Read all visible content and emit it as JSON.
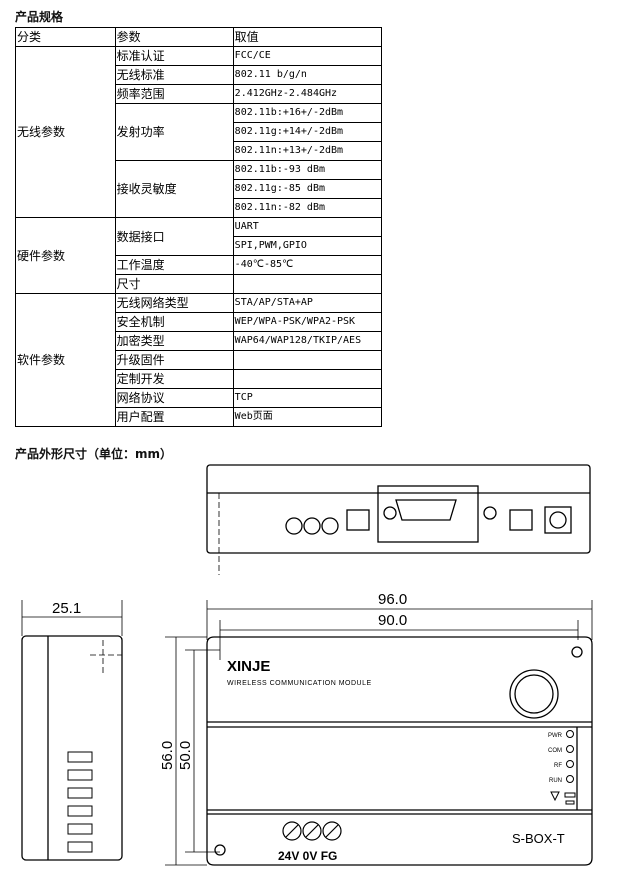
{
  "spec_title": "产品规格",
  "table": {
    "headers": [
      "分类",
      "参数",
      "取值"
    ],
    "groups": {
      "wireless": "无线参数",
      "hardware": "硬件参数",
      "software": "软件参数"
    },
    "rows": [
      {
        "param": "标准认证",
        "value": "FCC/CE"
      },
      {
        "param": "无线标准",
        "value": "802.11 b/g/n"
      },
      {
        "param": "频率范围",
        "value": "2.412GHz-2.484GHz"
      },
      {
        "param": "发射功率",
        "values": [
          "802.11b:+16+/-2dBm",
          "802.11g:+14+/-2dBm",
          "802.11n:+13+/-2dBm"
        ]
      },
      {
        "param": "接收灵敏度",
        "values": [
          "802.11b:-93 dBm",
          "802.11g:-85 dBm",
          "802.11n:-82 dBm"
        ]
      },
      {
        "param": "数据接口",
        "values": [
          "UART",
          "SPI,PWM,GPIO"
        ]
      },
      {
        "param": "工作温度",
        "value": "-40℃-85℃"
      },
      {
        "param": "尺寸",
        "value": ""
      },
      {
        "param": "无线网络类型",
        "value": "STA/AP/STA+AP"
      },
      {
        "param": "安全机制",
        "value": "WEP/WPA-PSK/WPA2-PSK"
      },
      {
        "param": "加密类型",
        "value": "WAP64/WAP128/TKIP/AES"
      },
      {
        "param": "升级固件",
        "value": ""
      },
      {
        "param": "定制开发",
        "value": ""
      },
      {
        "param": "网络协议",
        "value": "TCP"
      },
      {
        "param": "用户配置",
        "value": "Web页面"
      }
    ]
  },
  "dim_title": "产品外形尺寸（单位：mm）",
  "drawing": {
    "dim_depth": "25.1",
    "dim_width_outer": "96.0",
    "dim_width_inner": "90.0",
    "dim_height_outer": "56.0",
    "dim_height_inner": "50.0",
    "brand": "XINJE",
    "subtitle": "WIRELESS COMMUNICATION MODULE",
    "leds": [
      "PWR",
      "COM",
      "RF",
      "RUN"
    ],
    "terminals": "24V 0V FG",
    "model": "S-BOX-T"
  }
}
